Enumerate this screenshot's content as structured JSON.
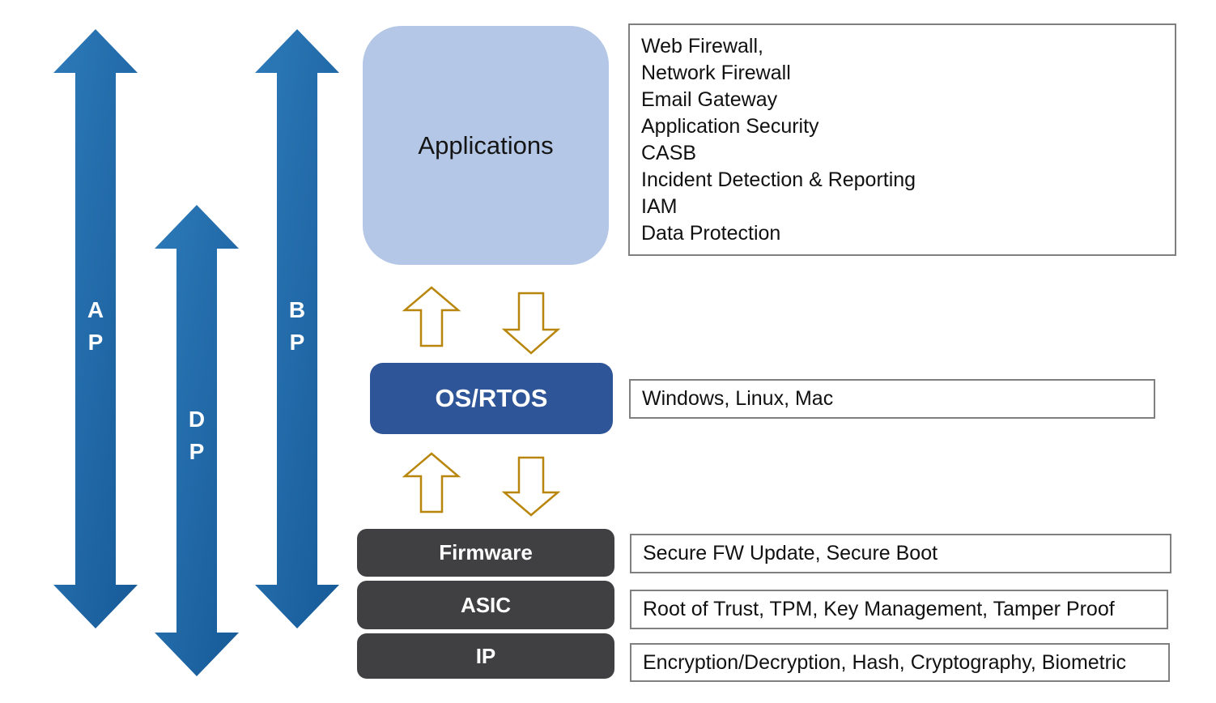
{
  "side_arrows": [
    {
      "id": "ap",
      "line1": "A",
      "line2": "P"
    },
    {
      "id": "dp",
      "line1": "D",
      "line2": "P"
    },
    {
      "id": "bp",
      "line1": "B",
      "line2": "P"
    }
  ],
  "layers": {
    "applications": {
      "label": "Applications",
      "items": [
        "Web Firewall,",
        "Network Firewall",
        "Email Gateway",
        "Application Security",
        "CASB",
        "Incident Detection & Reporting",
        "IAM",
        "Data Protection"
      ]
    },
    "os": {
      "label": "OS/RTOS",
      "details": "Windows, Linux, Mac"
    },
    "firmware": {
      "label": "Firmware",
      "details": "Secure FW Update, Secure Boot"
    },
    "asic": {
      "label": "ASIC",
      "details": "Root of Trust, TPM, Key Management, Tamper Proof"
    },
    "ip": {
      "label": "IP",
      "details": "Encryption/Decryption, Hash, Cryptography, Biometric"
    }
  },
  "colors": {
    "blue_arrow_light": "#2d7ab9",
    "blue_arrow_dark": "#175a98",
    "gold": "#b8860b",
    "app_box": "#b4c7e7",
    "os_box": "#2e5597",
    "dark_box": "#404042",
    "box_border": "#7f7f7f"
  }
}
